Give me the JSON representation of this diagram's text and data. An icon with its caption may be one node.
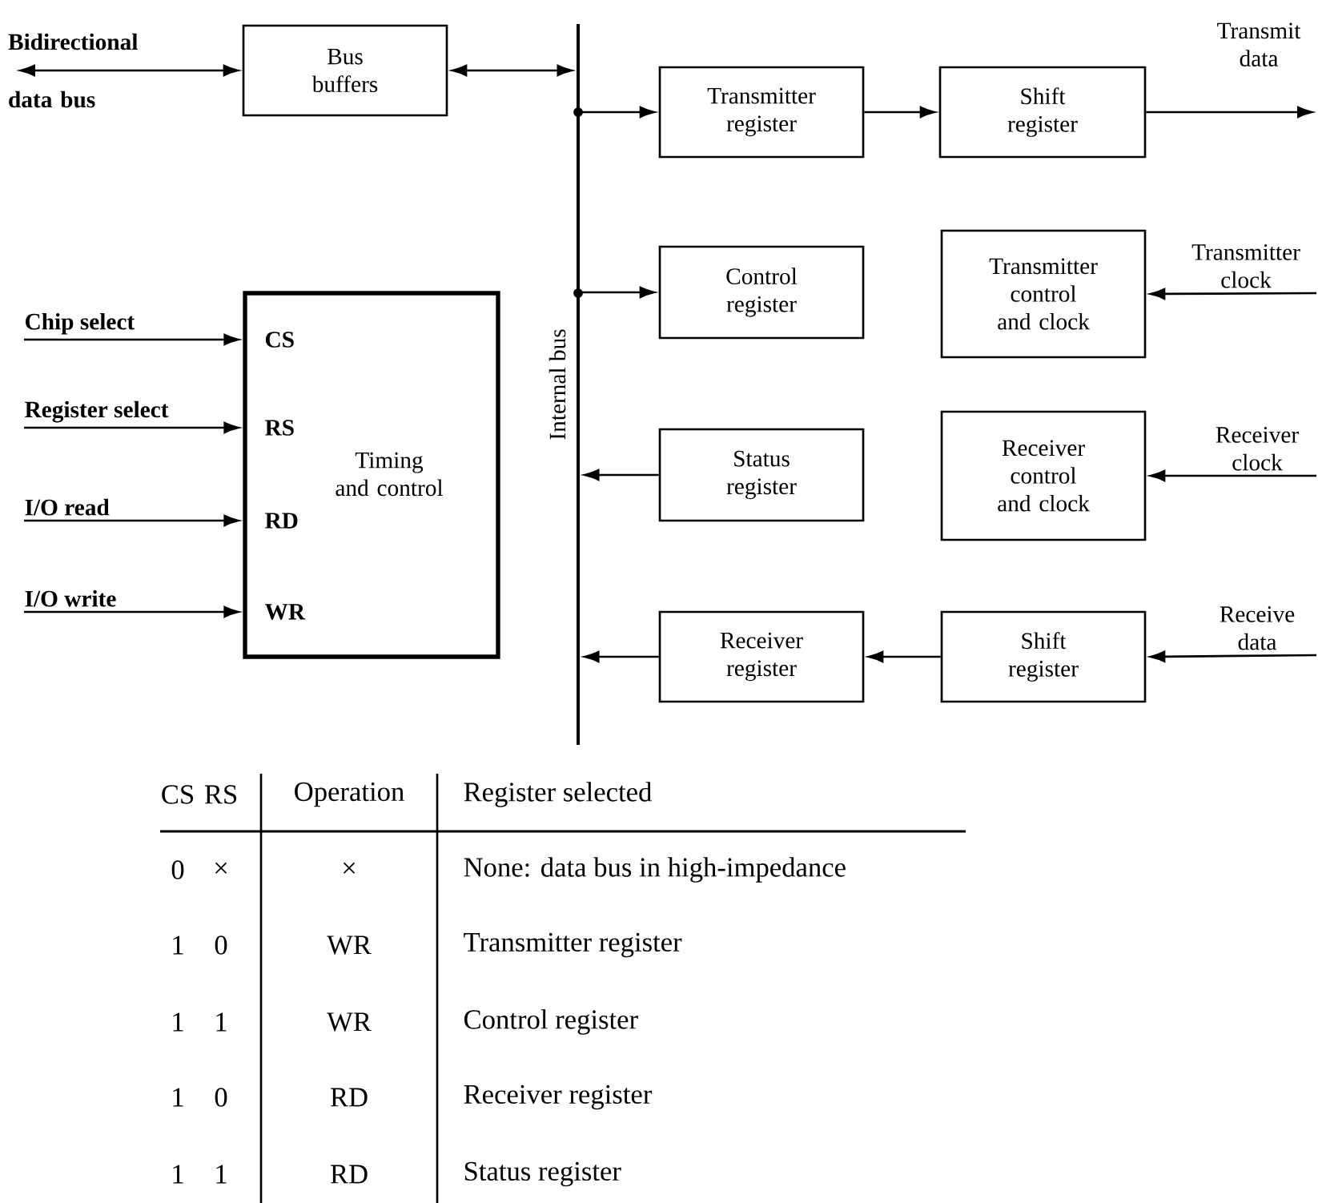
{
  "diagram": {
    "nodes": [
      {
        "text": [
          "Bus buffers"
        ]
      },
      {
        "text": [],
        "shape": "bar",
        "beside": [
          "Internal bus"
        ]
      },
      {
        "text": [
          "Transmitter register"
        ]
      },
      {
        "text": [
          "Shift register"
        ]
      },
      {
        "text": [
          "Control register"
        ]
      },
      {
        "text": [
          "Transmitter control and clock"
        ]
      },
      {
        "text": [
          "Status register"
        ]
      },
      {
        "text": [
          "Receiver control and clock"
        ]
      },
      {
        "text": [
          "Receiver register"
        ]
      },
      {
        "text": [
          "Shift register"
        ]
      },
      {
        "text": [
          "Timing and control",
          "CS",
          "RS",
          "RD",
          "WR"
        ]
      }
    ],
    "edges": [
      {
        "from": null,
        "to": 0,
        "arrow": "both",
        "label": "Bidirectional data bus"
      },
      {
        "from": 0,
        "to": 1,
        "arrow": "both"
      },
      {
        "from": 1,
        "to": 2,
        "arrow": "to"
      },
      {
        "from": 2,
        "to": 3,
        "arrow": "to"
      },
      {
        "from": 3,
        "to": null,
        "arrow": "to",
        "label": "Transmit data"
      },
      {
        "from": 1,
        "to": 4,
        "arrow": "to"
      },
      {
        "from": null,
        "to": 5,
        "arrow": "to",
        "label": "Transmitter clock"
      },
      {
        "from": 6,
        "to": 1,
        "arrow": "to"
      },
      {
        "from": null,
        "to": 7,
        "arrow": "to",
        "label": "Receiver clock"
      },
      {
        "from": 8,
        "to": 1,
        "arrow": "to"
      },
      {
        "from": 9,
        "to": 8,
        "arrow": "to"
      },
      {
        "from": null,
        "to": 9,
        "arrow": "to",
        "label": "Receive data"
      },
      {
        "from": null,
        "to": 10,
        "arrow": "to",
        "label": "Chip select"
      },
      {
        "from": null,
        "to": 10,
        "arrow": "to",
        "label": "Register select"
      },
      {
        "from": null,
        "to": 10,
        "arrow": "to",
        "label": "I/O read"
      },
      {
        "from": null,
        "to": 10,
        "arrow": "to",
        "label": "I/O write"
      }
    ],
    "labels": [
      "CS",
      "RS",
      "Operation",
      "Register selected",
      "0",
      "×",
      "×",
      "None: data bus in high-impedance",
      "1",
      "0",
      "WR",
      "Transmitter register",
      "1",
      "1",
      "WR",
      "Control register",
      "1",
      "0",
      "RD",
      "Receiver register",
      "1",
      "1",
      "RD",
      "Status register"
    ]
  }
}
